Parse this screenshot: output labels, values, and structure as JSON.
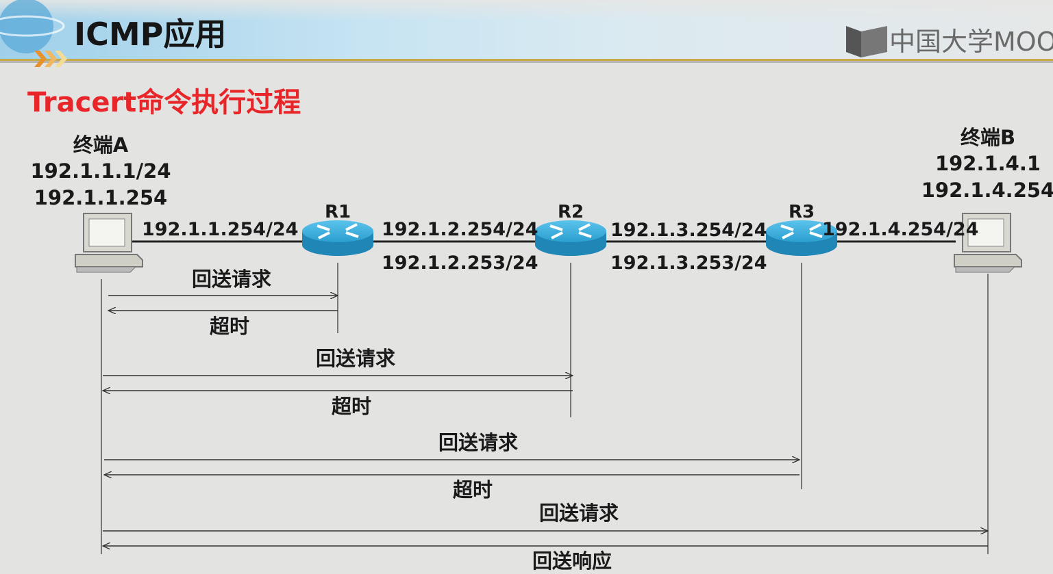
{
  "header": {
    "title": "ICMP应用",
    "logo_text": "中国大学MOOC"
  },
  "subtitle": "Tracert命令执行过程",
  "colors": {
    "subtitle": "#e8262a",
    "router": "#2a9fd0",
    "background": "#e3e3e1"
  },
  "terminal_a": {
    "name": "终端A",
    "ip": "192.1.1.1/24",
    "gateway": "192.1.1.254"
  },
  "terminal_b": {
    "name": "终端B",
    "ip": "192.1.4.1",
    "gateway": "192.1.4.254"
  },
  "routers": [
    {
      "name": "R1"
    },
    {
      "name": "R2"
    },
    {
      "name": "R3"
    }
  ],
  "interfaces": {
    "r1_a": "192.1.1.254/24",
    "r1_r2": "192.1.2.254/24",
    "r2_r1": "192.1.2.253/24",
    "r2_r3": "192.1.3.254/24",
    "r3_r2": "192.1.3.253/24",
    "r3_b": "192.1.4.254/24"
  },
  "messages": [
    {
      "request": "回送请求",
      "reply": "超时"
    },
    {
      "request": "回送请求",
      "reply": "超时"
    },
    {
      "request": "回送请求",
      "reply": "超时"
    },
    {
      "request": "回送请求",
      "reply": "回送响应"
    }
  ]
}
